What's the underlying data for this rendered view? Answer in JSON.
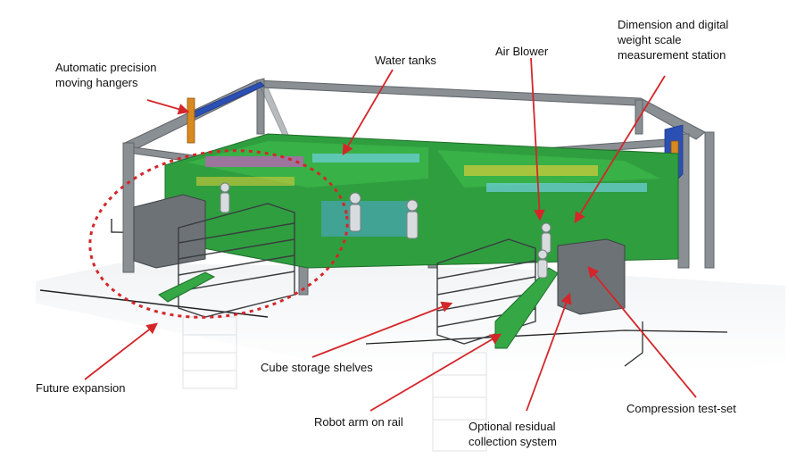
{
  "labels": {
    "hangers_line1": "Automatic precision",
    "hangers_line2": "moving hangers",
    "water_tanks": "Water tanks",
    "air_blower": "Air Blower",
    "scale_line1": "Dimension and digital",
    "scale_line2": "weight scale",
    "scale_line3": "measurement station",
    "future_expansion": "Future expansion",
    "cube_storage": "Cube storage shelves",
    "robot_arm": "Robot arm on rail",
    "residual_line1": "Optional residual",
    "residual_line2": "collection system",
    "compression": "Compression test-set"
  },
  "colors": {
    "leader": "#d4262a",
    "frame": "#8a8f94",
    "tank_green": "#2f9e3f",
    "rail_blue": "#2b4fb3",
    "hanger_orange": "#d98a1f"
  }
}
